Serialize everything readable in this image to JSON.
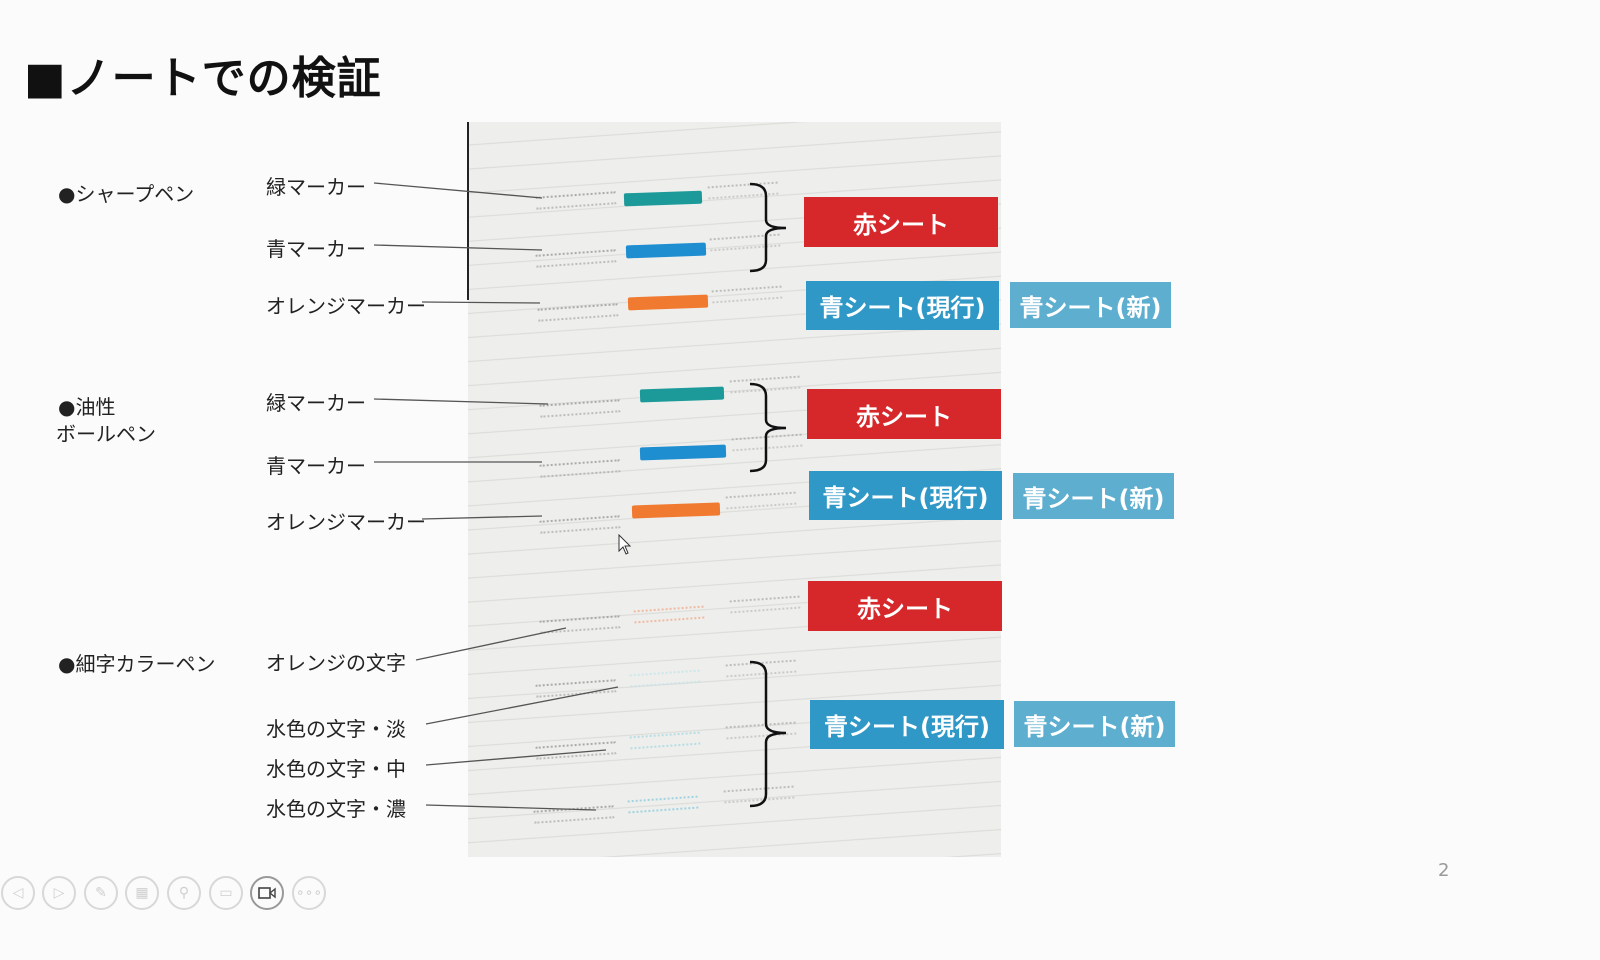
{
  "slide": {
    "title": "■ノートでの検証",
    "page_number": "2",
    "groups": [
      {
        "bullet": "●シャープペン",
        "items": [
          "緑マーカー",
          "青マーカー",
          "オレンジマーカー"
        ],
        "sheets": {
          "red": "赤シート",
          "blue_current": "青シート(現行)",
          "blue_new": "青シート(新)"
        }
      },
      {
        "bullet_line1": "●油性",
        "bullet_line2": "ボールペン",
        "items": [
          "緑マーカー",
          "青マーカー",
          "オレンジマーカー"
        ],
        "sheets": {
          "red": "赤シート",
          "blue_current": "青シート(現行)",
          "blue_new": "青シート(新)"
        }
      },
      {
        "bullet": "●細字カラーペン",
        "items": [
          "オレンジの文字",
          "水色の文字・淡",
          "水色の文字・中",
          "水色の文字・濃"
        ],
        "sheets": {
          "red": "赤シート",
          "blue_current": "青シート(現行)",
          "blue_new": "青シート(新)"
        }
      }
    ]
  },
  "toolbar": {
    "buttons": [
      "previous-icon",
      "next-icon",
      "pen-icon",
      "slides-icon",
      "zoom-icon",
      "subtitles-icon",
      "camera-icon",
      "more-icon"
    ]
  },
  "colors": {
    "red_sheet": "#d6282b",
    "blue_current": "#2f98c6",
    "blue_new": "#5eaed0",
    "green_marker": "#1c9a9a",
    "blue_marker": "#1f8ed0",
    "orange_marker": "#f07a30"
  }
}
